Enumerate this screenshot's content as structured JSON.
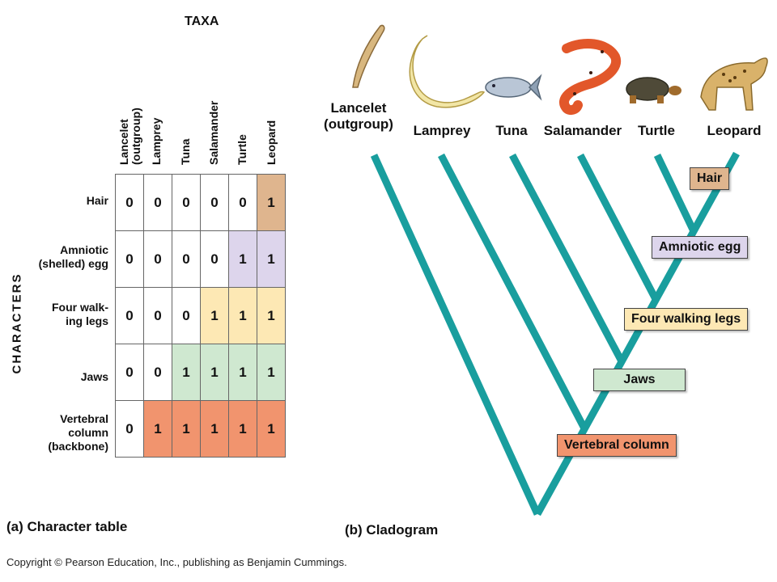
{
  "table": {
    "taxa_title": "TAXA",
    "characters_title": "CHARACTERS",
    "columns": [
      {
        "line1": "Lancelet",
        "line2": "(outgroup)"
      },
      {
        "line1": "Lamprey",
        "line2": ""
      },
      {
        "line1": "Tuna",
        "line2": ""
      },
      {
        "line1": "Salamander",
        "line2": ""
      },
      {
        "line1": "Turtle",
        "line2": ""
      },
      {
        "line1": "Leopard",
        "line2": ""
      }
    ],
    "rows": [
      {
        "label_lines": [
          "Hair"
        ],
        "values": [
          "0",
          "0",
          "0",
          "0",
          "0",
          "1"
        ],
        "color": "#dfb58e"
      },
      {
        "label_lines": [
          "Amniotic",
          "(shelled) egg"
        ],
        "values": [
          "0",
          "0",
          "0",
          "0",
          "1",
          "1"
        ],
        "color": "#ddd5ec"
      },
      {
        "label_lines": [
          "Four walk-",
          "ing legs"
        ],
        "values": [
          "0",
          "0",
          "0",
          "1",
          "1",
          "1"
        ],
        "color": "#fde8b4"
      },
      {
        "label_lines": [
          "Jaws"
        ],
        "values": [
          "0",
          "0",
          "1",
          "1",
          "1",
          "1"
        ],
        "color": "#cfe8d0"
      },
      {
        "label_lines": [
          "Vertebral",
          "column",
          "(backbone)"
        ],
        "values": [
          "0",
          "1",
          "1",
          "1",
          "1",
          "1"
        ],
        "color": "#f1946e"
      }
    ],
    "caption": "(a) Character table"
  },
  "cladogram": {
    "taxa": [
      {
        "line1": "Lancelet",
        "line2": "(outgroup)",
        "icon": "lancelet-icon"
      },
      {
        "line1": "Lamprey",
        "line2": "",
        "icon": "lamprey-icon"
      },
      {
        "line1": "Tuna",
        "line2": "",
        "icon": "tuna-icon"
      },
      {
        "line1": "Salamander",
        "line2": "",
        "icon": "salamander-icon"
      },
      {
        "line1": "Turtle",
        "line2": "",
        "icon": "turtle-icon"
      },
      {
        "line1": "Leopard",
        "line2": "",
        "icon": "leopard-icon"
      }
    ],
    "characters": {
      "hair": "Hair",
      "amniotic_egg": "Amniotic egg",
      "four_walking_legs": "Four walking legs",
      "jaws": "Jaws",
      "vertebral_column": "Vertebral column"
    },
    "branch_color": "#199e9e",
    "caption": "(b) Cladogram"
  },
  "copyright": "Copyright © Pearson Education, Inc., publishing as Benjamin Cummings."
}
